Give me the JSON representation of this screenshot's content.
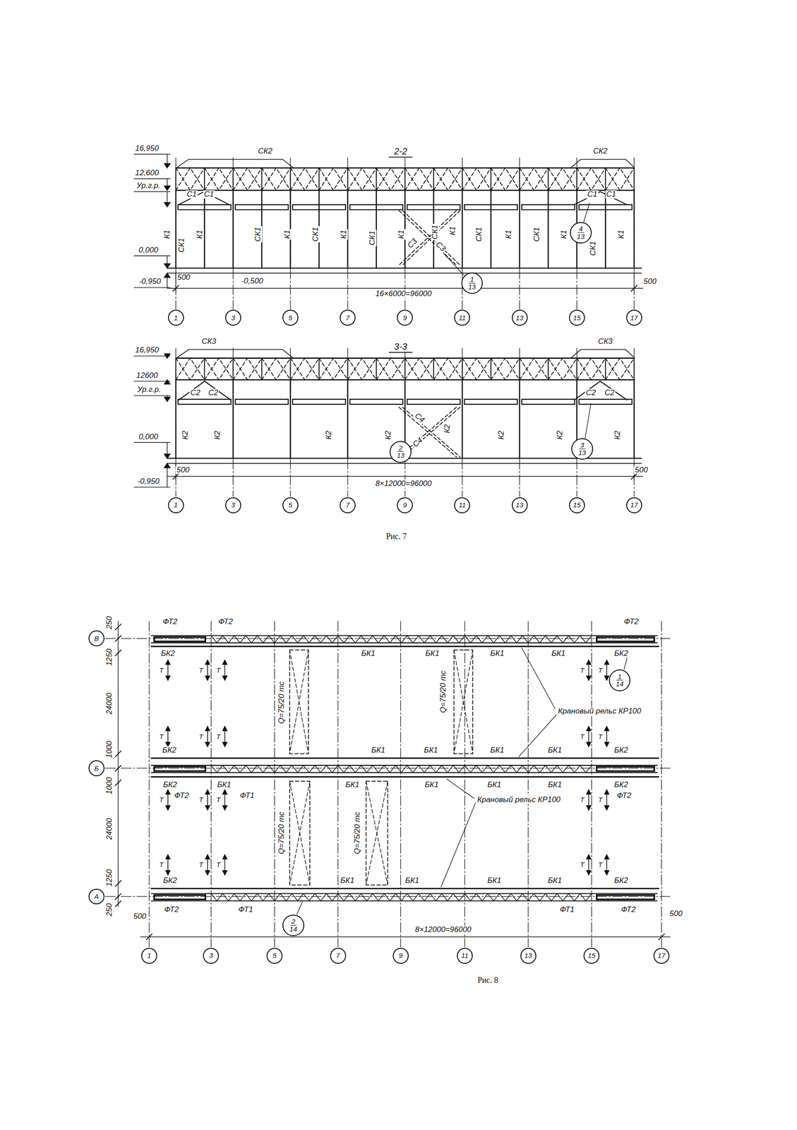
{
  "diagram": {
    "nodes": [
      {
        "text": [
          "4",
          "13"
        ]
      },
      {
        "text": [
          "1",
          "13"
        ]
      },
      {
        "text": [
          "1"
        ]
      },
      {
        "text": [
          "3"
        ]
      },
      {
        "text": [
          "5"
        ]
      },
      {
        "text": [
          "7"
        ]
      },
      {
        "text": [
          "9"
        ]
      },
      {
        "text": [
          "11"
        ]
      },
      {
        "text": [
          "13"
        ]
      },
      {
        "text": [
          "15"
        ]
      },
      {
        "text": [
          "17"
        ]
      },
      {
        "text": [
          "3",
          "13"
        ]
      },
      {
        "text": [
          "2",
          "13"
        ]
      },
      {
        "text": [
          "1"
        ]
      },
      {
        "text": [
          "3"
        ]
      },
      {
        "text": [
          "5"
        ]
      },
      {
        "text": [
          "7"
        ]
      },
      {
        "text": [
          "9"
        ]
      },
      {
        "text": [
          "11"
        ]
      },
      {
        "text": [
          "13"
        ]
      },
      {
        "text": [
          "15"
        ]
      },
      {
        "text": [
          "17"
        ]
      },
      {
        "text": [
          "В"
        ]
      },
      {
        "text": [
          "1",
          "14"
        ]
      },
      {
        "text": [
          "Б"
        ]
      },
      {
        "text": [
          "А"
        ]
      },
      {
        "text": [
          "2",
          "14"
        ]
      },
      {
        "text": [
          "1"
        ]
      },
      {
        "text": [
          "3"
        ]
      },
      {
        "text": [
          "5"
        ]
      },
      {
        "text": [
          "7"
        ]
      },
      {
        "text": [
          "9"
        ]
      },
      {
        "text": [
          "11"
        ]
      },
      {
        "text": [
          "13"
        ]
      },
      {
        "text": [
          "15"
        ]
      },
      {
        "text": [
          "17"
        ]
      }
    ],
    "labels": [
      "2-2",
      "СК2",
      "СК2",
      "16,950",
      "12,600",
      "Ур.г.р.",
      "С1",
      "С1",
      "С1",
      "С1",
      "К1",
      "СК1",
      "К1",
      "СК1",
      "К1",
      "СК1",
      "К1",
      "СК1",
      "К1",
      "С3",
      "СК1",
      "С3",
      "К1",
      "СК1",
      "К1",
      "СК1",
      "К1",
      "СК1",
      "К1",
      "0,000",
      "-0,950",
      "500",
      "-0,500",
      "16×6000=96000",
      "500",
      "3-3",
      "СК3",
      "СК3",
      "16,950",
      "12600",
      "Ур.г.р.",
      "С2",
      "С2",
      "С2",
      "С2",
      "С4",
      "К2",
      "К2",
      "К2",
      "К2",
      "К2",
      "С4",
      "К2",
      "К2",
      "К2",
      "0,000",
      "500",
      "-0,950",
      "8×12000=96000",
      "500",
      "Рис. 7",
      "250",
      "1250",
      "24000",
      "1000",
      "1000",
      "24000",
      "1250",
      "250",
      "500",
      "ФТ2",
      "ФТ2",
      "ФТ2",
      "БК2",
      "БК1",
      "БК1",
      "БК1",
      "БК1",
      "БК2",
      "Q=75/20 тс",
      "Q=75/20 тс",
      "Крановый рельс КР100",
      "БК2",
      "БК1",
      "БК1",
      "БК1",
      "БК1",
      "БК2",
      "БК2",
      "БК1",
      "БК1",
      "БК1",
      "БК1",
      "БК1",
      "БК2",
      "ФТ2",
      "ФТ1",
      "ФТ2",
      "Крановый рельс КР100",
      "Q=75/20 тс",
      "Q=75/20 тс",
      "БК2",
      "БК1",
      "БК1",
      "БК1",
      "БК1",
      "БК2",
      "ФТ2",
      "ФТ1",
      "ФТ1",
      "ФТ2",
      "8×12000=96000",
      "500",
      "Рис. 8",
      "Т",
      "Т",
      "Т",
      "Т",
      "Т",
      "Т",
      "Т",
      "Т",
      "Т",
      "Т",
      "Т",
      "Т",
      "Т",
      "Т",
      "Т",
      "Т",
      "Т",
      "Т",
      "Т",
      "Т"
    ]
  }
}
